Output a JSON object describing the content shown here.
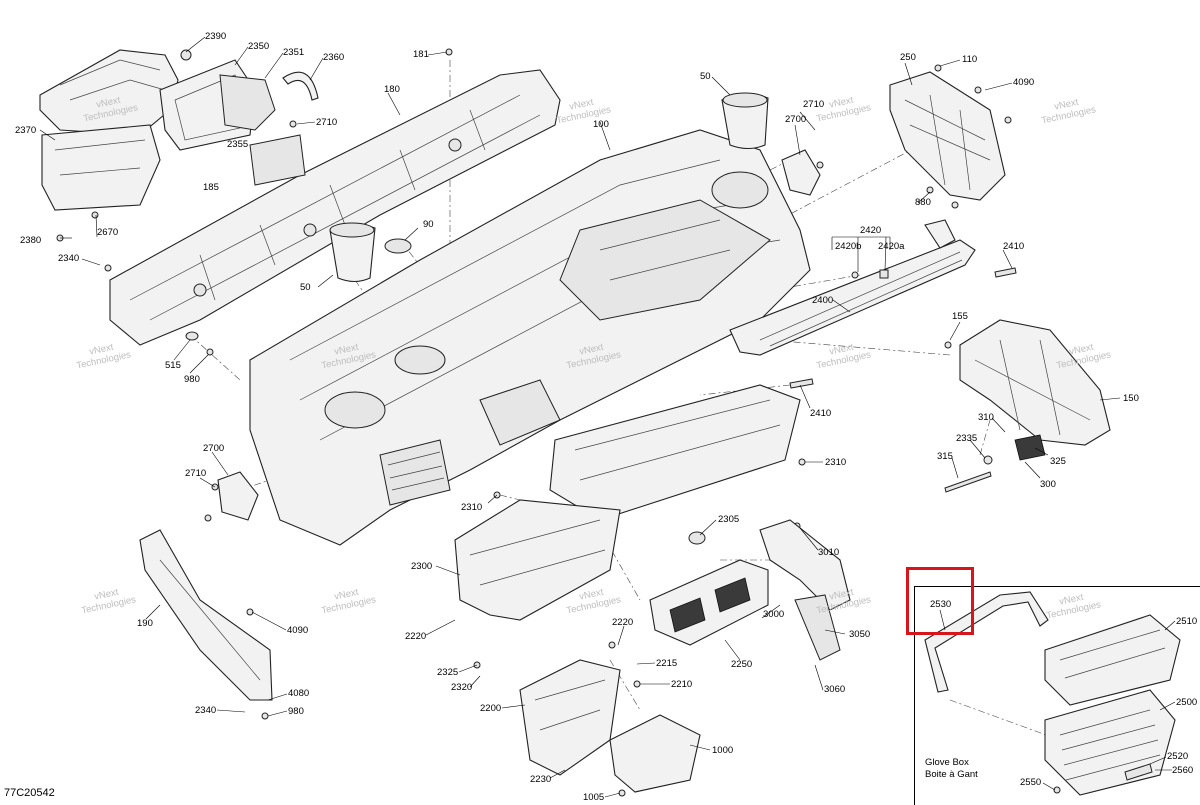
{
  "diagram": {
    "code": "77C20542",
    "watermark": "vNext Technologies",
    "watermark_short": "vNext",
    "watermark_rest": "Technologies",
    "inset": {
      "caption_en": "Glove Box",
      "caption_fr": "Boite à Gant",
      "highlighted_label": "2530"
    },
    "labels": {
      "p2390": "2390",
      "p2350": "2350",
      "p2351": "2351",
      "p2360": "2360",
      "p181": "181",
      "p50a": "50",
      "p250": "250",
      "p110": "110",
      "p4090a": "4090",
      "p2370": "2370",
      "p180": "180",
      "p2710a": "2710",
      "p2355": "2355",
      "p185": "185",
      "p100": "100",
      "p2710b": "2710",
      "p2700a": "2700",
      "p880": "880",
      "p2380": "2380",
      "p2670": "2670",
      "p2340a": "2340",
      "p90": "90",
      "p50b": "50",
      "p2420": "2420",
      "p2420b": "2420b",
      "p2420a": "2420a",
      "p2410a": "2410",
      "p2400": "2400",
      "p155": "155",
      "p515": "515",
      "p980a": "980",
      "p150": "150",
      "p2410b": "2410",
      "p310": "310",
      "p2335": "2335",
      "p315": "315",
      "p325": "325",
      "p300": "300",
      "p2700b": "2700",
      "p2710c": "2710",
      "p2310a": "2310",
      "p2310b": "2310",
      "p2305": "2305",
      "p3010": "3010",
      "p190": "190",
      "p4090b": "4090",
      "p2300": "2300",
      "p3000": "3000",
      "p2220a": "2220",
      "p2220b": "2220",
      "p2215": "2215",
      "p2210": "2210",
      "p2250": "2250",
      "p3050": "3050",
      "p2325": "2325",
      "p2320": "2320",
      "p3060": "3060",
      "p4080": "4080",
      "p2340b": "2340",
      "p980b": "980",
      "p2200": "2200",
      "p1000": "1000",
      "p2230": "2230",
      "p1005": "1005",
      "p2510": "2510",
      "p2500": "2500",
      "p2520": "2520",
      "p2560": "2560",
      "p2550": "2550"
    }
  }
}
